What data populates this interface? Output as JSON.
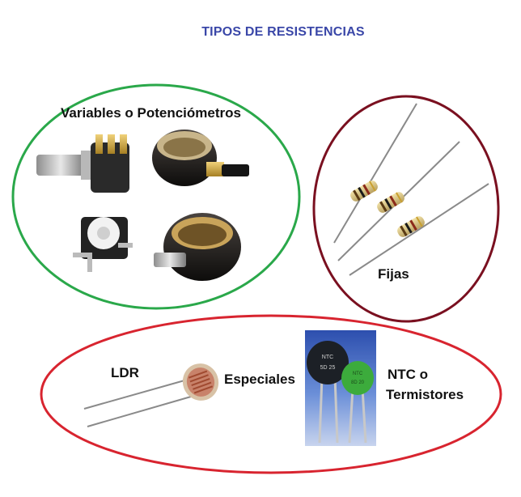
{
  "title": "TIPOS DE RESISTENCIAS",
  "groups": {
    "variables": {
      "label": "Variables o Potenciómetros",
      "color": "#2aa84a"
    },
    "fijas": {
      "label": "Fijas",
      "color": "#7a1020"
    },
    "especiales": {
      "label": "Especiales",
      "color": "#d8242f",
      "ldr_label": "LDR",
      "ntc_label_line1": "NTC o",
      "ntc_label_line2": "Termistores"
    }
  },
  "ntc_marks": {
    "black_text_1": "NTC",
    "black_text_2": "5D 25",
    "green_text_1": "NTC",
    "green_text_2": "8D 20"
  }
}
